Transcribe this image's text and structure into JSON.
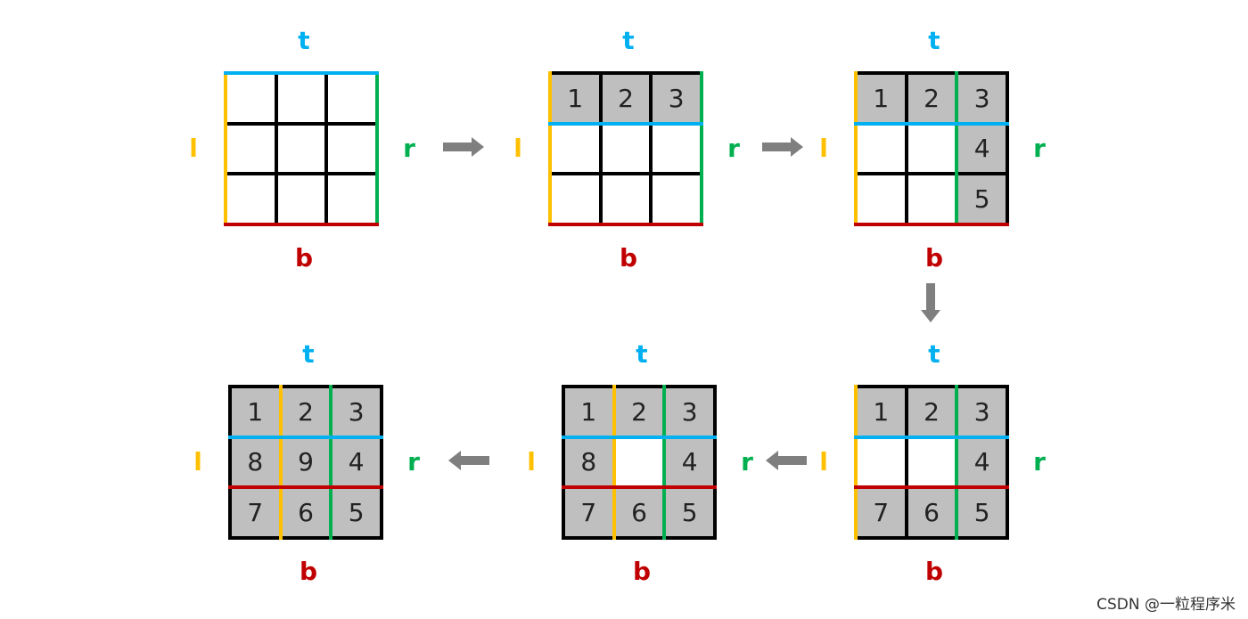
{
  "colors": {
    "top": "#00b0f0",
    "left": "#ffc000",
    "right": "#00b050",
    "bottom": "#c00000",
    "grid": "#000000",
    "fill": "#bfbfbf",
    "arrow": "#7f7f7f"
  },
  "boundary_labels": {
    "top": "t",
    "left": "l",
    "right": "r",
    "bottom": "b"
  },
  "panels": [
    {
      "cells": [
        "",
        "",
        "",
        "",
        "",
        "",
        "",
        "",
        ""
      ],
      "filled": [
        0,
        0,
        0,
        0,
        0,
        0,
        0,
        0,
        0
      ]
    },
    {
      "cells": [
        "1",
        "2",
        "3",
        "",
        "",
        "",
        "",
        "",
        ""
      ],
      "filled": [
        1,
        1,
        1,
        0,
        0,
        0,
        0,
        0,
        0
      ]
    },
    {
      "cells": [
        "1",
        "2",
        "3",
        "",
        "",
        "4",
        "",
        "",
        "5"
      ],
      "filled": [
        1,
        1,
        1,
        0,
        0,
        1,
        0,
        0,
        1
      ]
    },
    {
      "cells": [
        "1",
        "2",
        "3",
        "",
        "",
        "4",
        "7",
        "6",
        "5"
      ],
      "filled": [
        1,
        1,
        1,
        0,
        0,
        1,
        1,
        1,
        1
      ]
    },
    {
      "cells": [
        "1",
        "2",
        "3",
        "8",
        "",
        "4",
        "7",
        "6",
        "5"
      ],
      "filled": [
        1,
        1,
        1,
        1,
        0,
        1,
        1,
        1,
        1
      ]
    },
    {
      "cells": [
        "1",
        "2",
        "3",
        "8",
        "9",
        "4",
        "7",
        "6",
        "5"
      ],
      "filled": [
        1,
        1,
        1,
        1,
        1,
        1,
        1,
        1,
        1
      ]
    }
  ],
  "watermark": "CSDN @一粒程序米"
}
